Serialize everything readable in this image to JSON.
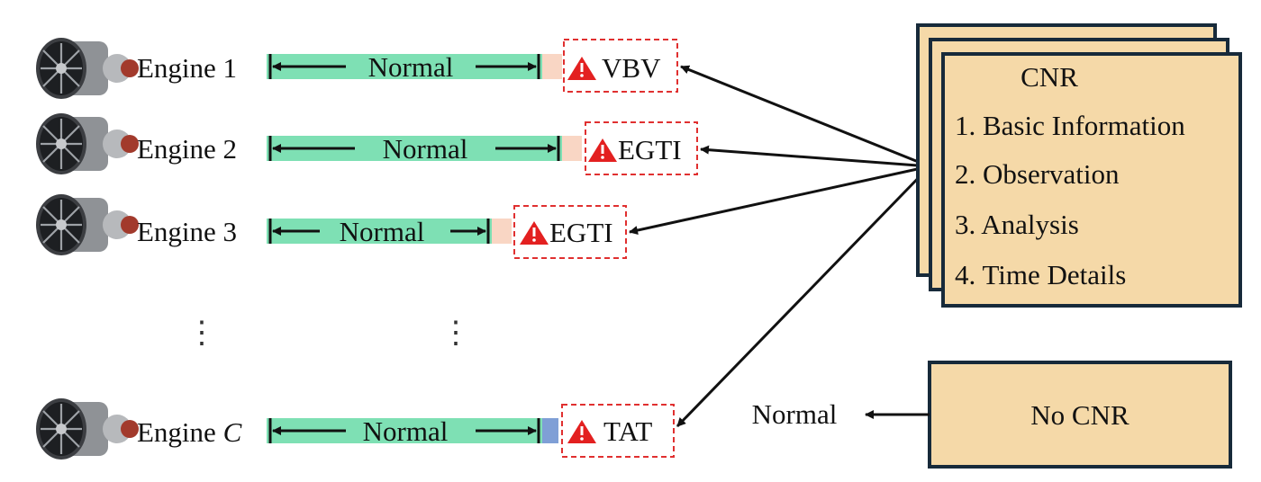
{
  "engines": [
    {
      "label": "Engine 1",
      "bar_label": "Normal",
      "alert": "VBV"
    },
    {
      "label": "Engine 2",
      "bar_label": "Normal",
      "alert": "EGTI"
    },
    {
      "label": "Engine 3",
      "bar_label": "Normal",
      "alert": "EGTI"
    },
    {
      "label": "Engine ",
      "label_italic": "C",
      "bar_label": "Normal",
      "alert": "TAT"
    }
  ],
  "ellipsis": "⋮",
  "cnr_card": {
    "title": "CNR",
    "items": [
      "1. Basic Information",
      "2. Observation",
      "3. Analysis",
      "4. Time Details"
    ]
  },
  "no_cnr": {
    "label": "No CNR",
    "result": "Normal"
  },
  "colors": {
    "bar_fill": "#7ee0b4",
    "segment_warn": "#f9d6c4",
    "segment_last": "#7f9fd6",
    "alert_border": "#e03030",
    "warn_icon": "#e32020",
    "card_fill": "#f5d9a8",
    "card_border": "#172a3a"
  },
  "icons": {
    "engine": "turbofan-engine-icon",
    "warning": "warning-triangle-icon"
  }
}
